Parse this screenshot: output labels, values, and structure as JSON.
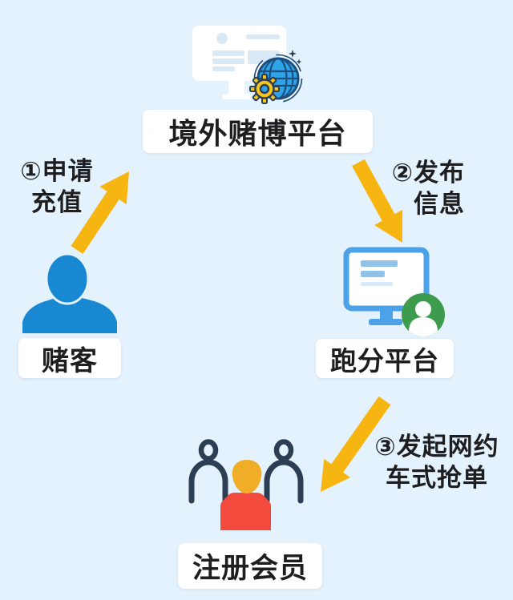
{
  "palette": {
    "bg": "#E4F2FD",
    "text": "#1E1E20",
    "label_bg": "#FFFFFF",
    "arrow_yellow": "#F6B511",
    "person_blue": "#1888D2",
    "monitor_blue": "#4CA2E8",
    "monitor_bar_blue": "#8FC3EC",
    "monitor_bar_faint": "#D8EAF8",
    "badge_green": "#3D9B4D",
    "outline_navy": "#2C3E54",
    "member_red": "#F24A3D",
    "member_orange": "#F0AE28",
    "globe_blue": "#2FA3E8",
    "globe_line_navy": "#1C4E7E",
    "gear_yellow": "#F6C51E",
    "screen_shape_blue": "#D9E9F6"
  },
  "nodes": {
    "overseas_platform": {
      "label": "境外赌博平台",
      "icon": "browser-globe-gear-icon"
    },
    "gambler": {
      "label": "赌客",
      "icon": "person-silhouette-icon"
    },
    "paofen_platform": {
      "label": "跑分平台",
      "icon": "monitor-user-badge-icon"
    },
    "member": {
      "label": "注册会员",
      "icon": "people-group-icon"
    }
  },
  "steps": [
    {
      "label_line1": "①申请",
      "label_line2": "充值"
    },
    {
      "label_line1": "②发布",
      "label_line2": "信息"
    },
    {
      "label_line1": "③发起网约",
      "label_line2": "车式抢单"
    }
  ]
}
